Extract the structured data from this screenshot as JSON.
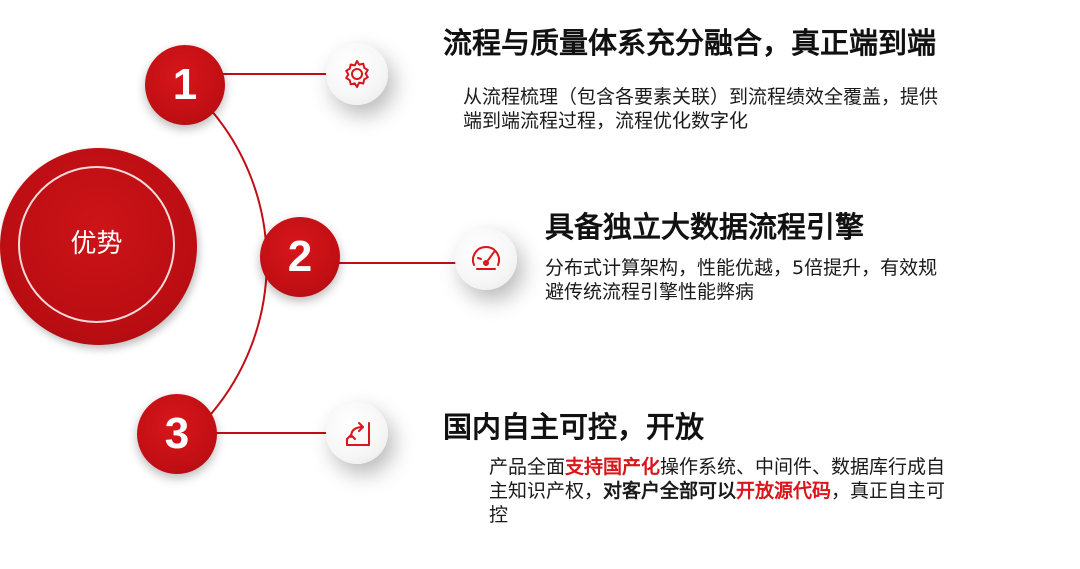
{
  "center": {
    "label": "优势"
  },
  "items": [
    {
      "number": "1",
      "icon": "gear-icon",
      "title": "流程与质量体系充分融合，真正端到端",
      "desc_lines": [
        "从流程梳理（包含各要素关联）到流程绩效全覆盖，提供",
        "端到端流程过程，流程优化数字化"
      ]
    },
    {
      "number": "2",
      "icon": "speed-gauge-icon",
      "title": "具备独立大数据流程引擎",
      "desc_lines": [
        "分布式计算架构，性能优越，5倍提升，有效规",
        "避传统流程引擎性能弊病"
      ]
    },
    {
      "number": "3",
      "icon": "flow-arrows-icon",
      "title": "国内自主可控，开放",
      "desc_parts": {
        "p1": "产品全面",
        "p2": "支持国产化",
        "p3": "操作系统、中间件、数据库行成自",
        "p4": "主知识产权，",
        "p5": "对客户全部可以",
        "p6": "开放源代码",
        "p7": "，真正自主可",
        "p8": "控"
      }
    }
  ],
  "colors": {
    "accent": "#c00f14",
    "highlight": "#d8161b",
    "text": "#1a1a1a"
  }
}
